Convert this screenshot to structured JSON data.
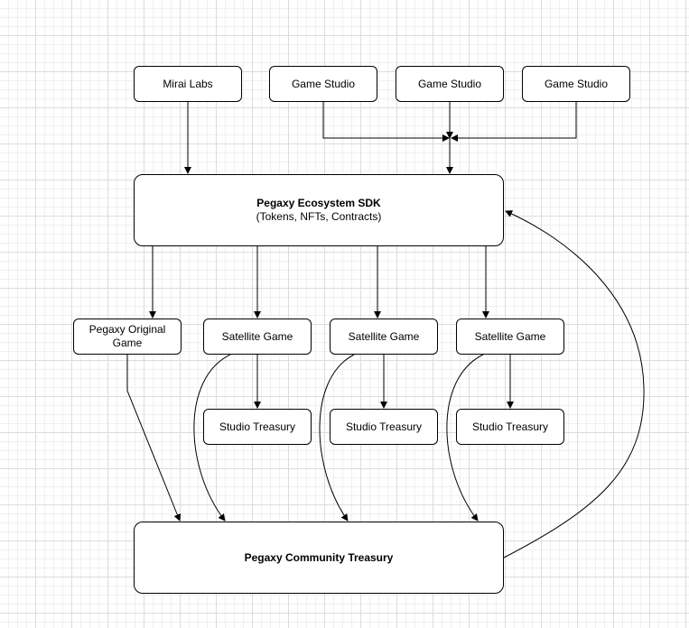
{
  "diagram": {
    "top_sources": {
      "mirai_labs": "Mirai Labs",
      "studios": [
        "Game Studio",
        "Game Studio",
        "Game Studio"
      ]
    },
    "sdk": {
      "title": "Pegaxy Ecosystem SDK",
      "subtitle": "(Tokens, NFTs, Contracts)"
    },
    "games": {
      "original": "Pegaxy Original Game",
      "satellites": [
        "Satellite Game",
        "Satellite Game",
        "Satellite Game"
      ]
    },
    "studio_treasuries": [
      "Studio Treasury",
      "Studio Treasury",
      "Studio Treasury"
    ],
    "community_treasury": "Pegaxy Community Treasury"
  },
  "colors": {
    "stroke": "#000000",
    "node_fill": "#ffffff",
    "grid": "#dcdcdc"
  }
}
